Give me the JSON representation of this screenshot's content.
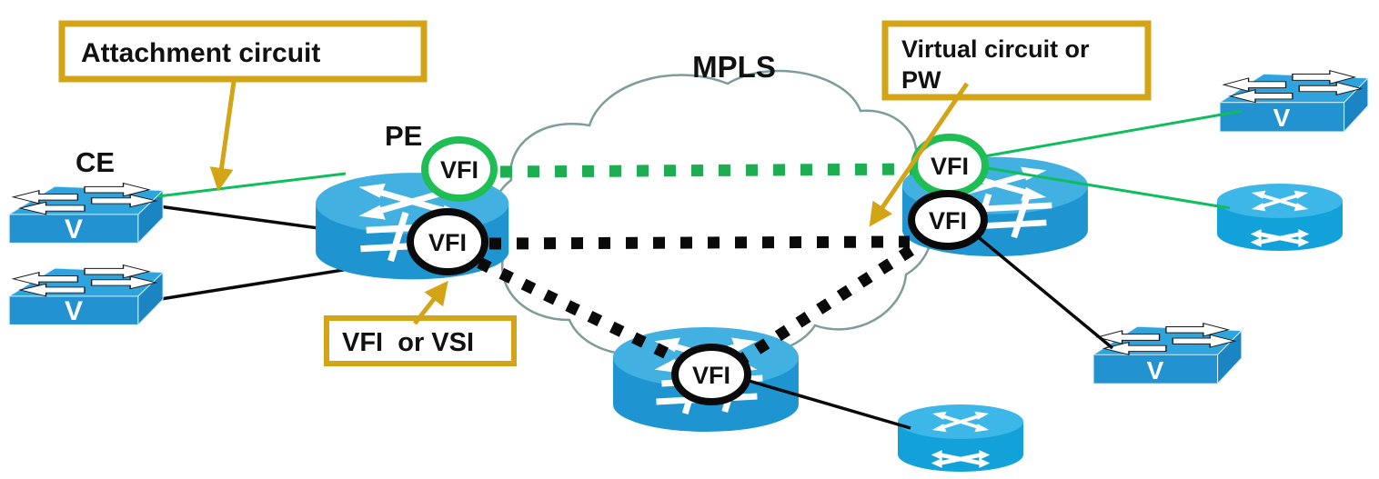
{
  "labels": {
    "attachment_circuit": "Attachment circuit",
    "virtual_circuit_line1": "Virtual circuit or",
    "virtual_circuit_line2": "PW",
    "vfi_or_vsi": "VFI  or VSI",
    "mpls": "MPLS",
    "ce": "CE",
    "pe": "PE",
    "vfi": "VFI",
    "v": "V"
  },
  "colors": {
    "gold": "#D2A416",
    "green_line": "#0EBD5C",
    "green_dash": "#1FAD52",
    "green_ring": "#1FBE55",
    "black": "#0A0A0A",
    "cloud_stroke": "#7E9C9A",
    "switch_top": "#2FA3DC",
    "switch_front": "#2392D0",
    "switch_side": "#1B84C2",
    "pe_top": "#42B1E2",
    "pe_body": "#1E95D1",
    "router_top": "#3DB6E8",
    "router_body": "#12A1D8"
  },
  "devices": [
    {
      "id": "ce-switch-1",
      "type": "switch",
      "label": "V"
    },
    {
      "id": "ce-switch-2",
      "type": "switch",
      "label": "V"
    },
    {
      "id": "pe-router-left",
      "type": "pe-router"
    },
    {
      "id": "pe-router-right",
      "type": "pe-router"
    },
    {
      "id": "pe-router-bottom",
      "type": "pe-router"
    },
    {
      "id": "switch-top-right",
      "type": "switch",
      "label": "V"
    },
    {
      "id": "router-right",
      "type": "router"
    },
    {
      "id": "switch-bottom-right",
      "type": "switch",
      "label": "V"
    },
    {
      "id": "router-bottom",
      "type": "router"
    }
  ],
  "vfi_instances": [
    {
      "id": "vfi-green-left",
      "ring": "green",
      "label": "VFI"
    },
    {
      "id": "vfi-black-left",
      "ring": "black",
      "label": "VFI"
    },
    {
      "id": "vfi-green-right",
      "ring": "green",
      "label": "VFI"
    },
    {
      "id": "vfi-black-right",
      "ring": "black",
      "label": "VFI"
    },
    {
      "id": "vfi-black-bottom",
      "ring": "black",
      "label": "VFI"
    }
  ],
  "connections": [
    {
      "id": "attachment-circuit-ce1-pe-left",
      "style": "solid-green"
    },
    {
      "id": "ce1-to-vfi-black-left",
      "style": "solid-black"
    },
    {
      "id": "ce2-to-vfi-black-left",
      "style": "solid-black"
    },
    {
      "id": "pseudowire-green",
      "style": "dashed-green"
    },
    {
      "id": "pseudowire-black-horizontal",
      "style": "dashed-black"
    },
    {
      "id": "pseudowire-black-left-to-bottom",
      "style": "dashed-black"
    },
    {
      "id": "pseudowire-black-bottom-to-right",
      "style": "dashed-black"
    },
    {
      "id": "vfi-green-right-to-switch-top-right",
      "style": "solid-green"
    },
    {
      "id": "vfi-green-right-to-router-right",
      "style": "solid-green"
    },
    {
      "id": "vfi-black-right-to-switch-bottom-right",
      "style": "solid-black"
    },
    {
      "id": "vfi-black-bottom-to-router-bottom",
      "style": "solid-black"
    }
  ]
}
